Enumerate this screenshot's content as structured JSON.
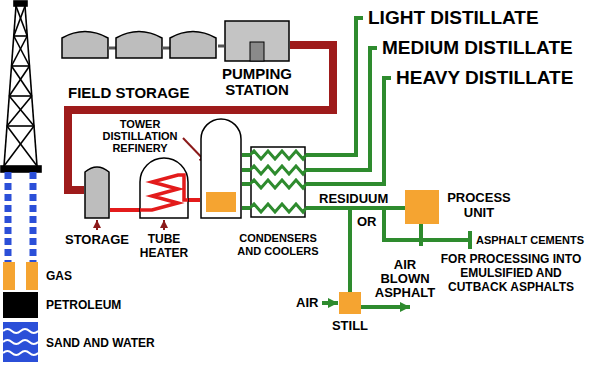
{
  "diagram": {
    "nodes": [
      {
        "text": [
          "FIELD STORAGE"
        ]
      },
      {
        "text": [
          "PUMPING STATION"
        ]
      },
      {
        "text": [
          "STORAGE"
        ]
      },
      {
        "text": [
          "TUBE HEATER"
        ]
      },
      {
        "text": [
          "TOWER DISTILLATION REFINERY"
        ]
      },
      {
        "text": [
          "CONDENSERS AND COOLERS"
        ]
      },
      {
        "text": [
          "PROCESS UNIT"
        ]
      },
      {
        "text": [
          "STILL"
        ]
      }
    ],
    "edges": [
      {
        "from": 0,
        "to": 1,
        "arrow": "none"
      },
      {
        "from": 1,
        "to": 2,
        "arrow": "none"
      },
      {
        "from": 2,
        "to": 3,
        "arrow": "none"
      },
      {
        "from": 3,
        "to": 4,
        "arrow": "none"
      },
      {
        "from": 4,
        "to": 5,
        "arrow": "none"
      },
      {
        "from": 5,
        "to": 6,
        "arrow": "none",
        "label": "RESIDUUM"
      },
      {
        "from": 5,
        "to": 7,
        "arrow": "none"
      }
    ],
    "labels": [
      "LIGHT DISTILLATE",
      "MEDIUM DISTILLATE",
      "HEAVY DISTILLATE",
      "OR",
      "ASPHALT CEMENTS",
      "FOR PROCESSING INTO EMULSIFIED AND CUTBACK ASPHALTS",
      "AIR",
      "AIR BLOWN ASPHALT",
      "GAS",
      "PETROLEUM",
      "SAND AND WATER"
    ]
  }
}
